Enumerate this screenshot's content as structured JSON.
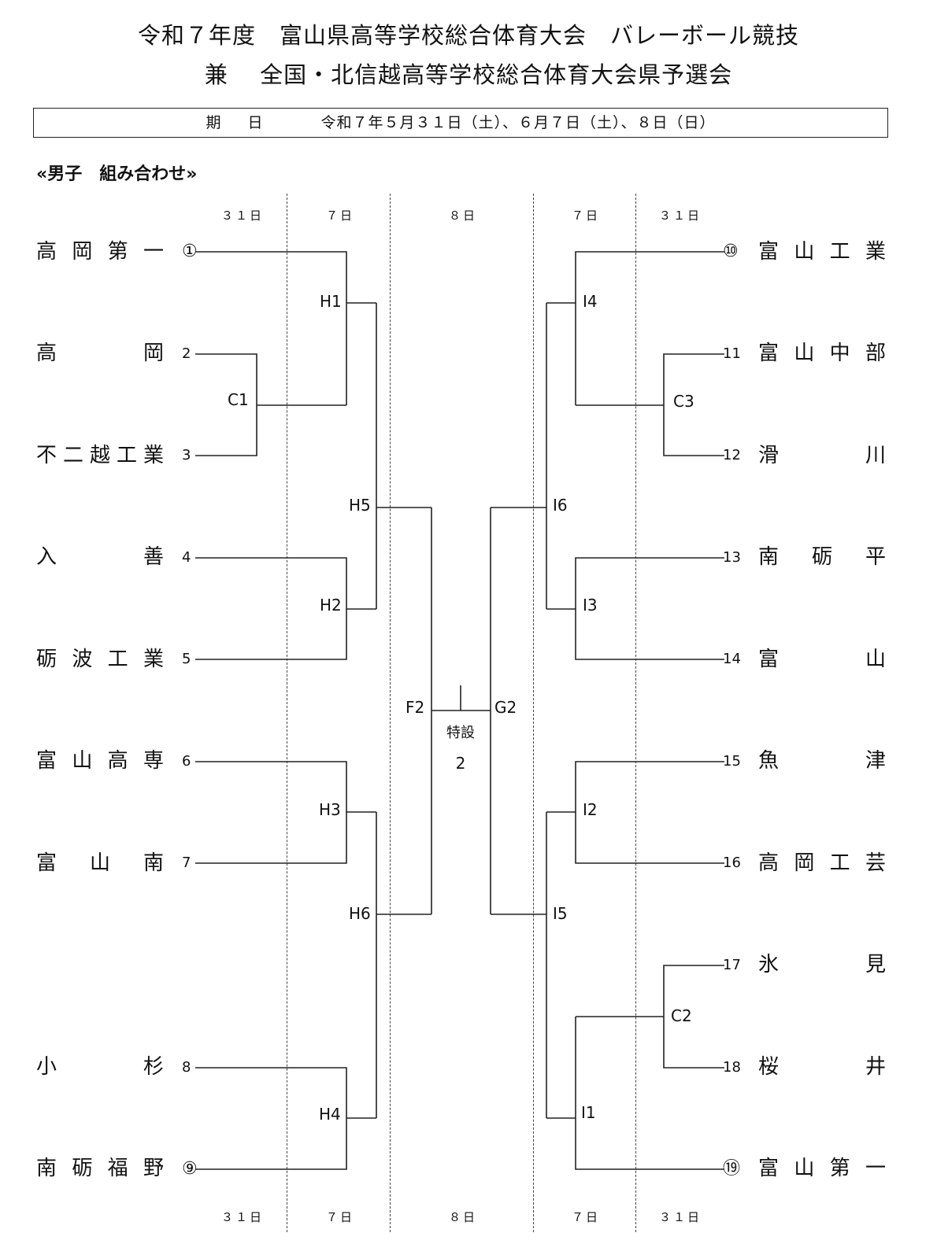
{
  "header": {
    "title_line1": "令和７年度　富山県高等学校総合体育大会　バレーボール競技",
    "title_line2": "兼　 全国・北信越高等学校総合体育大会県予選会",
    "date_label": "期 日",
    "date_value": "令和７年５月３１日（土）、６月７日（土）、８日（日）"
  },
  "section_title": "«男子　組み合わせ»",
  "day_headers": {
    "top": [
      "３１日",
      "７日",
      "８日",
      "７日",
      "３１日"
    ],
    "bottom": [
      "３１日",
      "７日",
      "８日",
      "７日",
      "３１日"
    ]
  },
  "left_teams": [
    {
      "name": "高岡第一",
      "seed": "①"
    },
    {
      "name": "高岡",
      "seed": "2"
    },
    {
      "name": "不二越工業",
      "seed": "3"
    },
    {
      "name": "入善",
      "seed": "4"
    },
    {
      "name": "砺波工業",
      "seed": "5"
    },
    {
      "name": "富山高専",
      "seed": "6"
    },
    {
      "name": "富山南",
      "seed": "7"
    },
    {
      "name": "小杉",
      "seed": "8"
    },
    {
      "name": "南砺福野",
      "seed": "⑨"
    }
  ],
  "right_teams": [
    {
      "name": "富山工業",
      "seed": "⑩"
    },
    {
      "name": "富山中部",
      "seed": "11"
    },
    {
      "name": "滑川",
      "seed": "12"
    },
    {
      "name": "南砺平",
      "seed": "13"
    },
    {
      "name": "富山",
      "seed": "14"
    },
    {
      "name": "魚津",
      "seed": "15"
    },
    {
      "name": "高岡工芸",
      "seed": "16"
    },
    {
      "name": "氷見",
      "seed": "17"
    },
    {
      "name": "桜井",
      "seed": "18"
    },
    {
      "name": "富山第一",
      "seed": "⑲"
    }
  ],
  "matches": {
    "C1": "C1",
    "C2": "C2",
    "C3": "C3",
    "H1": "H1",
    "H2": "H2",
    "H3": "H3",
    "H4": "H4",
    "H5": "H5",
    "H6": "H6",
    "I1": "I1",
    "I2": "I2",
    "I3": "I3",
    "I4": "I4",
    "I5": "I5",
    "I6": "I6",
    "F2": "F2",
    "G2": "G2"
  },
  "final": {
    "court_label": "特設",
    "court_number": "2"
  }
}
